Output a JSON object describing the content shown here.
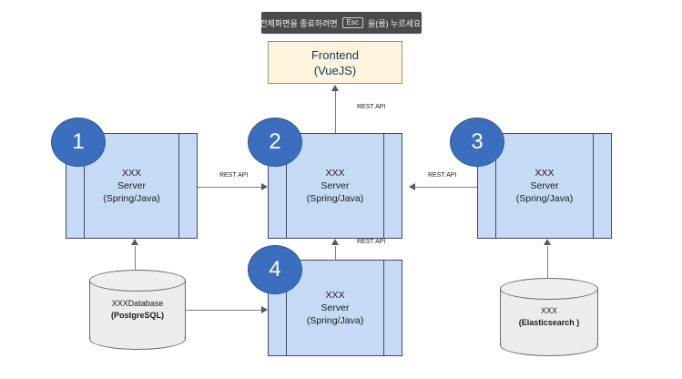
{
  "toast": {
    "text_before": "전체화면을 종료하려면",
    "key_label": "Esc",
    "text_after": "을(를) 누르세요."
  },
  "nodes": {
    "frontend": {
      "line1": "Frontend",
      "line2": "(VueJS)"
    },
    "server1": {
      "line1": "XXX",
      "line2": "Server",
      "line3": "(Spring/Java)",
      "badge": "1"
    },
    "server2": {
      "line1": "XXX",
      "line2": "Server",
      "line3": "(Spring/Java)",
      "badge": "2"
    },
    "server3": {
      "line1": "XXX",
      "line2": "Server",
      "line3": "(Spring/Java)",
      "badge": "3"
    },
    "server4": {
      "line1": "XXX",
      "line2": "Server",
      "line3": "(Spring/Java)",
      "badge": "4"
    },
    "database1": {
      "line1": "XXXDatabase",
      "line2": "(PostgreSQL)"
    },
    "database2": {
      "line1": "XXX",
      "line2": "(Elasticsearch )"
    }
  },
  "edge_labels": {
    "frontend_to_server2": "REST API",
    "server1_to_server2": "REST API",
    "server3_to_server2": "REST API",
    "server4_to_server2": "REST API"
  },
  "colors": {
    "server_fill": "#c6d9f5",
    "server_stroke": "#3a4a6b",
    "frontend_fill": "#fdf4dd",
    "frontend_stroke": "#a09070",
    "frontend_text": "#17375e",
    "badge_fill": "#3b6fbd",
    "badge_text": "#ffffff",
    "cylinder_fill": "#ececec",
    "cylinder_stroke": "#6b6b6b",
    "connector": "#7f7f7f",
    "toast_bg": "#4a4a4a"
  }
}
